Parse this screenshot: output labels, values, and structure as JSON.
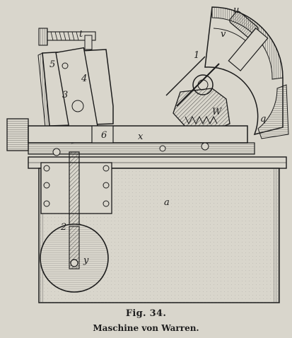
{
  "caption": {
    "figure_number": "Fig. 34.",
    "title": "Maschine von Warren."
  },
  "part_labels": [
    "u",
    "v",
    "t",
    "1",
    "5",
    "4",
    "3",
    "W",
    "q",
    "6",
    "x",
    "a",
    "2",
    "y"
  ],
  "colors": {
    "paper": "#d9d6cc",
    "ink": "#1b1b1b"
  }
}
